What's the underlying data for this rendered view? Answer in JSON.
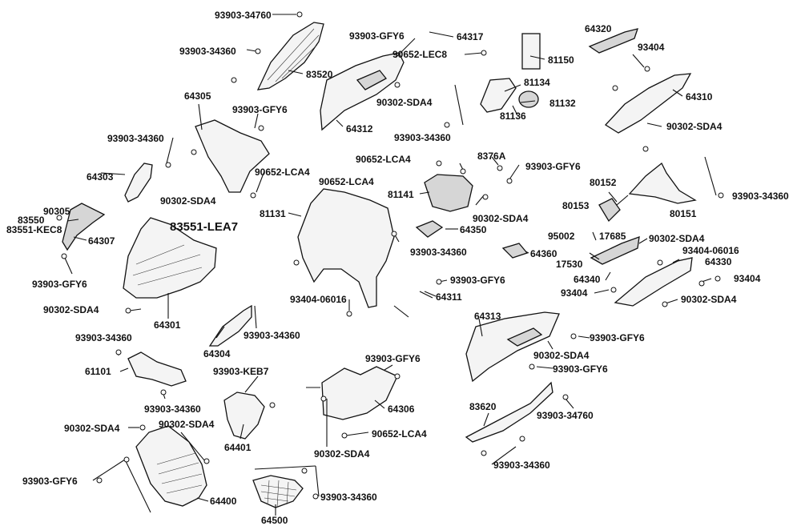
{
  "diagram": {
    "labels": [
      "93903-34760",
      "93903-34360",
      "83520",
      "93903-GFY6",
      "64317",
      "90652-LEC8",
      "81150",
      "64320",
      "93404",
      "64310",
      "90302-SDA4",
      "81134",
      "81132",
      "81136",
      "90302-SDA4",
      "64312",
      "93903-34360",
      "64305",
      "93903-GFY6",
      "93903-34360",
      "64303",
      "90652-LCA4",
      "90302-SDA4",
      "90305",
      "83550",
      "83551-KEC8",
      "64307",
      "83551-LEA7",
      "90652-LCA4",
      "90652-LCA4",
      "8376A",
      "93903-GFY6",
      "81141",
      "81131",
      "90302-SDA4",
      "80152",
      "80153",
      "80151",
      "93903-34360",
      "64350",
      "95002",
      "17685",
      "90302-SDA4",
      "93404-06016",
      "64330",
      "17530",
      "64360",
      "93903-34360",
      "64340",
      "93404",
      "93404",
      "90302-SDA4",
      "93903-GFY6",
      "93903-GFY6",
      "93404-06016",
      "64311",
      "90302-SDA4",
      "64301",
      "64304",
      "93903-34360",
      "64313",
      "93903-GFY6",
      "90302-SDA4",
      "93903-GFY6",
      "93903-34360",
      "61101",
      "93903-GFY6",
      "93903-KEB7",
      "64306",
      "93903-34360",
      "83620",
      "93903-34760",
      "90302-SDA4",
      "90302-SDA4",
      "64401",
      "90652-LCA4",
      "90302-SDA4",
      "93903-34360",
      "93903-GFY6",
      "64400",
      "93903-34360",
      "64500"
    ]
  }
}
